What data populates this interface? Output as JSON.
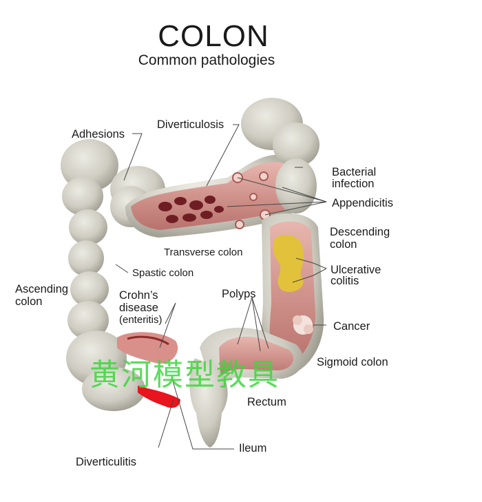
{
  "title": "COLON",
  "subtitle": "Common pathologies",
  "labels": {
    "adhesions": "Adhesions",
    "diverticulosis": "Diverticulosis",
    "bacterial_infection_1": "Bacterial",
    "bacterial_infection_2": "infection",
    "appendicitis": "Appendicitis",
    "descending_colon_1": "Descending",
    "descending_colon_2": "colon",
    "transverse_colon": "Transverse colon",
    "spastic_colon": "Spastic colon",
    "ascending_colon_1": "Ascending",
    "ascending_colon_2": "colon",
    "crohns_1": "Crohn’s",
    "crohns_2": "disease",
    "crohns_3": "(enteritis)",
    "polyps": "Polyps",
    "ulcerative_colitis_1": "Ulcerative",
    "ulcerative_colitis_2": "colitis",
    "cancer": "Cancer",
    "sigmoid_colon": "Sigmoid colon",
    "rectum": "Rectum",
    "ileum": "Ileum",
    "diverticulitis": "Diverticulitis"
  },
  "watermark": "黄河模型教具",
  "colors": {
    "colon_tissue": "#cfcbbf",
    "mucosa": "#c98b86",
    "inflamed": "#e8141e",
    "ulcer": "#e2c23a",
    "watermark": "#3fd63f"
  }
}
